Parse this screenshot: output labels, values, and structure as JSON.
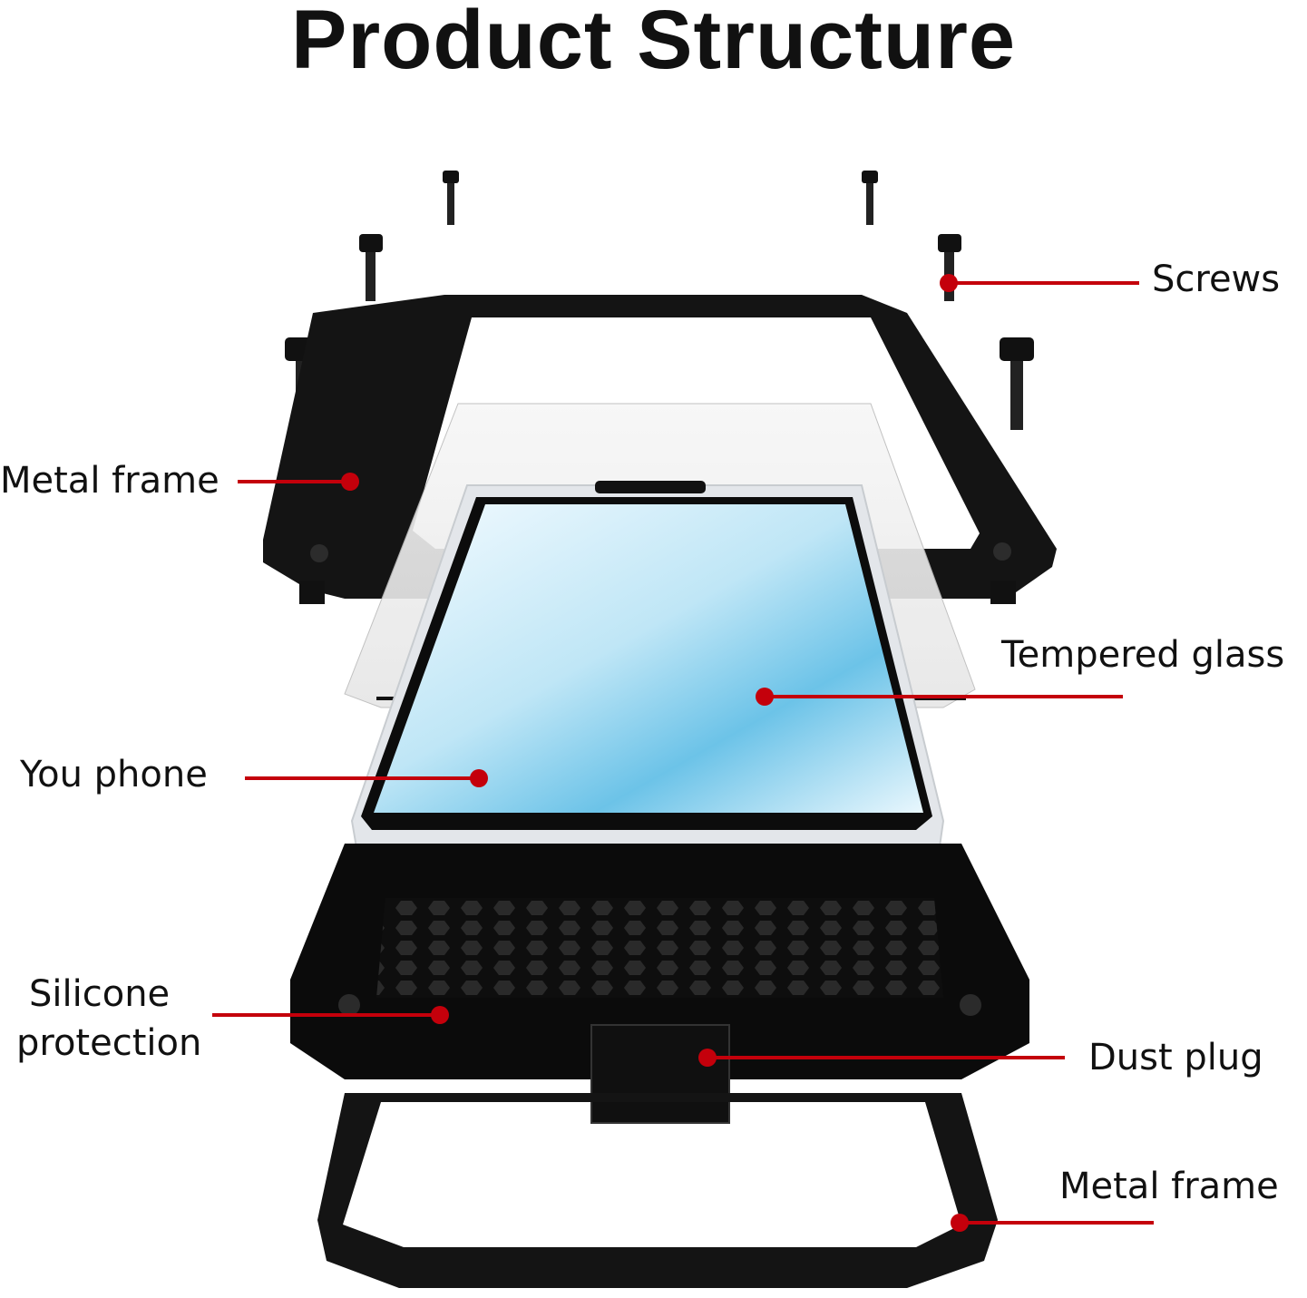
{
  "title": "Product Structure",
  "labels": {
    "screws": "Screws",
    "metal_frame_top": "Metal frame",
    "tempered_glass": "Tempered glass",
    "you_phone": "You phone",
    "silicone_line1": "Silicone",
    "silicone_line2": "protection",
    "dust_plug": "Dust plug",
    "metal_frame_bottom": "Metal frame"
  },
  "colors": {
    "leader": "#c4000b",
    "frame": "#141414",
    "screen_light": "#dff3fb",
    "screen_accent": "#4fb3e0",
    "phone_body": "#e9ecef"
  }
}
